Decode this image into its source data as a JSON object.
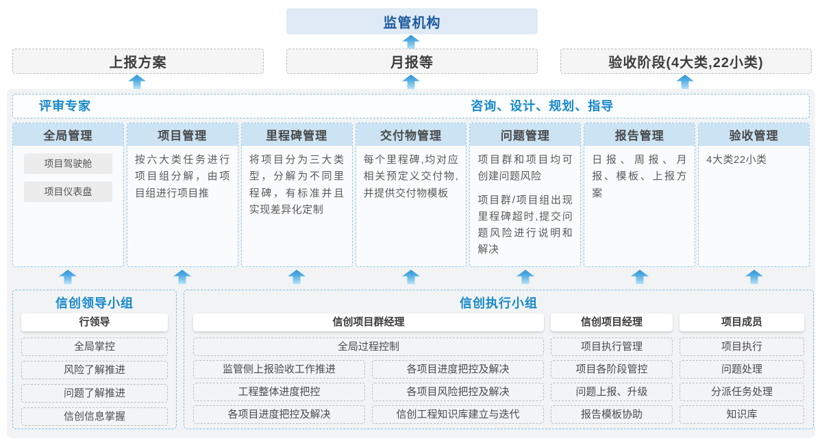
{
  "colors": {
    "accent_blue": "#1688cc",
    "dark_blue": "#1c5a9c",
    "top_box_bg": "#dfeaf6",
    "column_header_bg": "#cbe3f3",
    "column_border": "#93c9e9",
    "group_border": "#7cc0e8",
    "arrow_blue": "#2e95d8",
    "wrap_bg": "#f1f3f5"
  },
  "top": {
    "regulator": "监管机构"
  },
  "stages": {
    "report_plan": "上报方案",
    "monthly_report": "月报等",
    "acceptance_stage": "验收阶段(4大类,22小类)"
  },
  "expert_bar": {
    "left": "评审专家",
    "right": "咨询、设计、规划、指导"
  },
  "columns": [
    {
      "title": "全局管理",
      "chips": [
        "项目驾驶舱",
        "项目仪表盘"
      ]
    },
    {
      "title": "项目管理",
      "body": "按六大类任务进行项目组分解，由项目组进行项目推"
    },
    {
      "title": "里程碑管理",
      "body": "将项目分为三大类型，分解为不同里程碑，有标准并且实现差异化定制"
    },
    {
      "title": "交付物管理",
      "body": "每个里程碑,均对应相关预定义交付物,并提供交付物模板"
    },
    {
      "title": "问题管理",
      "paragraphs": [
        "项目群和项目均可创建问题风险",
        "项目群/项目组出现里程碑超时,提交问题风险进行说明和解决"
      ]
    },
    {
      "title": "报告管理",
      "body": "日报、周报、月报、模板、上报方案"
    },
    {
      "title": "验收管理",
      "body": "4大类22小类"
    }
  ],
  "leader_group": {
    "title": "信创领导小组",
    "role": "行领导",
    "items": [
      "全局掌控",
      "风险了解推进",
      "问题了解推进",
      "信创信息掌握"
    ]
  },
  "exec_group": {
    "title": "信创执行小组",
    "program_manager": {
      "role": "信创项目群经理",
      "full_item": "全局过程控制",
      "left_items": [
        "监管侧上报验收工作推进",
        "工程整体进度把控",
        "各项目进度把控及解决"
      ],
      "right_items": [
        "各项目进度把控及解决",
        "各项目风险把控及解决",
        "信创工程知识库建立与迭代"
      ]
    },
    "project_manager": {
      "role": "信创项目经理",
      "items": [
        "项目执行管理",
        "项目各阶段管控",
        "问题上报、升级",
        "报告模板协助"
      ]
    },
    "member": {
      "role": "项目成员",
      "items": [
        "项目执行",
        "问题处理",
        "分派任务处理",
        "知识库"
      ]
    }
  }
}
